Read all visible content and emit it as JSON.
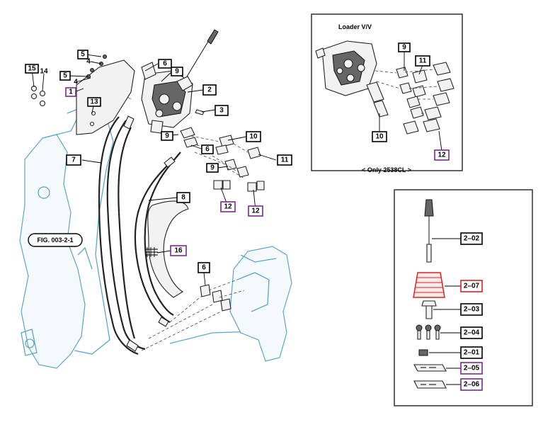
{
  "figure": {
    "label": "FIG. 003-2-1"
  },
  "inset_loader": {
    "title": "Loader V/V",
    "caption": "< Only 2538CL >"
  },
  "callouts": {
    "c1": "1",
    "c2": "2",
    "c3": "3",
    "c4a": "4",
    "c4b": "4",
    "c5a": "5",
    "c5b": "5",
    "c6a": "6",
    "c6b": "6",
    "c6c": "6",
    "c7": "7",
    "c8": "8",
    "c9a": "9",
    "c9b": "9",
    "c9c": "9",
    "c10": "10",
    "c11": "11",
    "c12a": "12",
    "c12b": "12",
    "c13": "13",
    "c14": "14",
    "c15": "15",
    "c16": "16",
    "i9": "9",
    "i10": "10",
    "i11": "11",
    "i12": "12",
    "p201": "2–01",
    "p202": "2–02",
    "p203": "2–03",
    "p204": "2–04",
    "p205": "2–05",
    "p206": "2–06",
    "p207": "2–07"
  },
  "colors": {
    "frame": "#5aa7c8",
    "purple_callout": "#7a2a8c",
    "red_callout": "#e02020",
    "boot": "#e02020"
  }
}
